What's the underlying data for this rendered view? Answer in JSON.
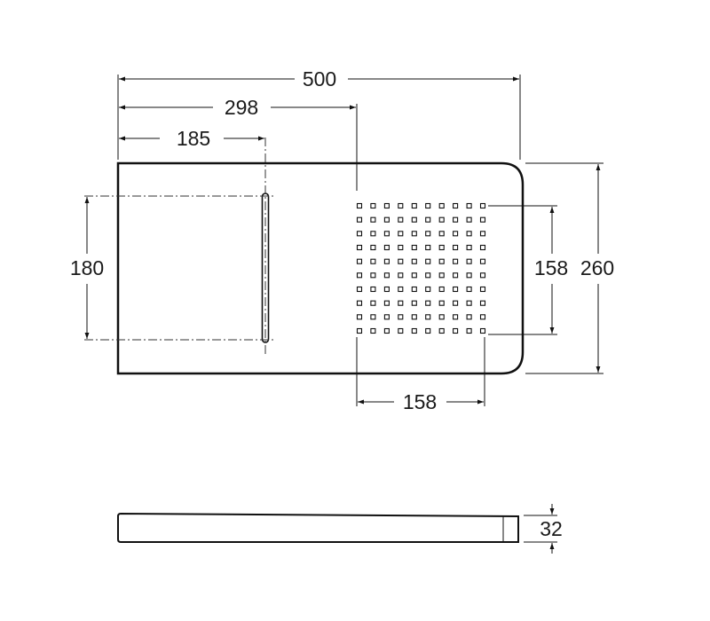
{
  "dimensions": {
    "overall_width": "500",
    "slot_offset": "298",
    "grid_offset": "185",
    "slot_length": "180",
    "grid_height": "158",
    "overall_depth": "260",
    "grid_width": "158",
    "thickness": "32"
  },
  "drain_grid": {
    "rows": 10,
    "cols": 10
  },
  "colors": {
    "line": "#111111",
    "text": "#1a1a1a",
    "background": "#ffffff"
  }
}
